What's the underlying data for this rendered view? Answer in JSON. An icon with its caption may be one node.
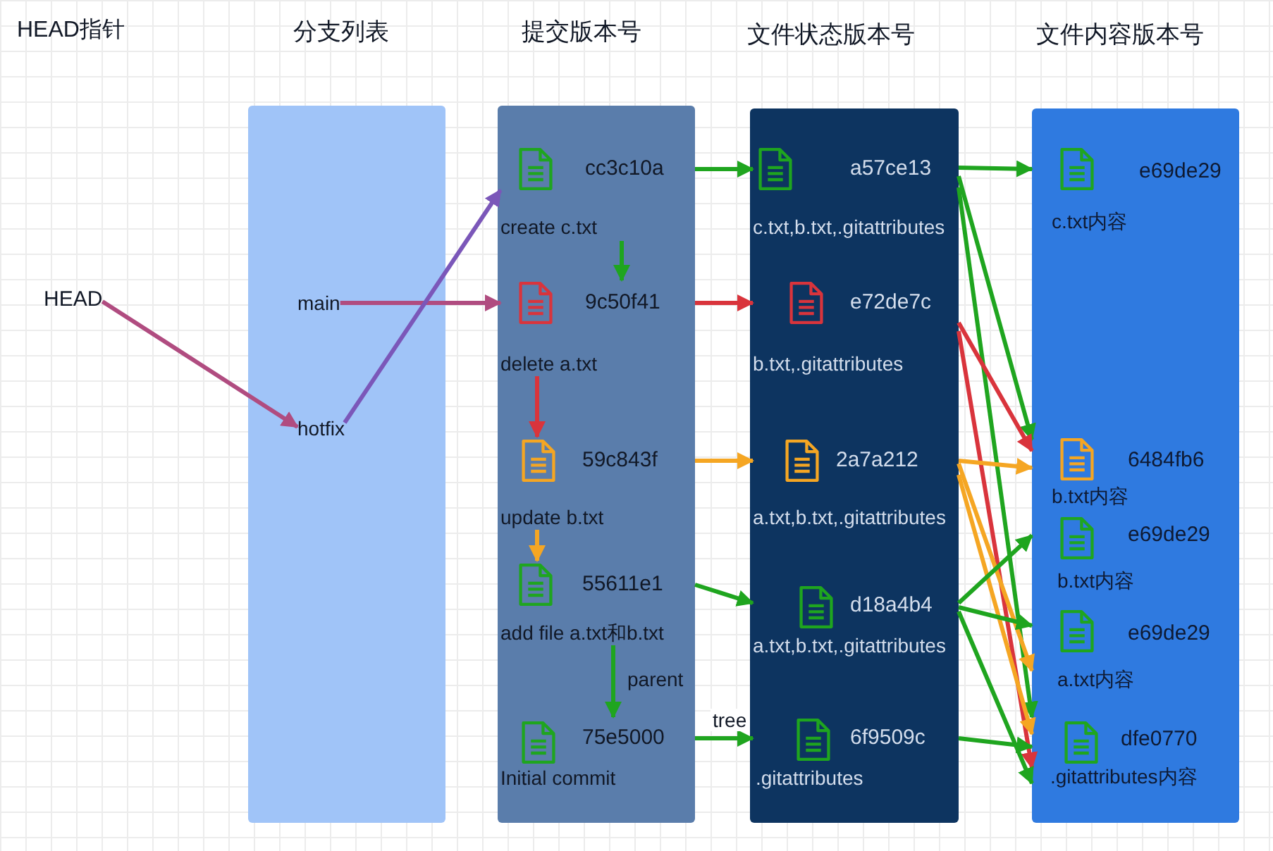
{
  "diagram": {
    "nodes": [
      {
        "text": [
          "HEAD"
        ]
      },
      {
        "text": [
          "分支列表"
        ]
      },
      {
        "text": [
          "main"
        ],
        "in": 1
      },
      {
        "text": [
          "hotfix"
        ],
        "in": 1
      },
      {
        "text": [
          "提交版本号"
        ]
      },
      {
        "text": [
          "cc3c10a",
          "create c.txt"
        ],
        "in": 4
      },
      {
        "text": [
          "9c50f41",
          "delete a.txt"
        ],
        "in": 4
      },
      {
        "text": [
          "59c843f",
          "update b.txt"
        ],
        "in": 4
      },
      {
        "text": [
          "55611e1",
          "add file a.txt和b.txt"
        ],
        "in": 4
      },
      {
        "text": [
          "75e5000",
          "Initial commit"
        ],
        "in": 4
      },
      {
        "text": [
          "文件状态版本号"
        ]
      },
      {
        "text": [
          "a57ce13",
          "c.txt,b.txt,.gitattributes"
        ],
        "in": 10
      },
      {
        "text": [
          "e72de7c",
          "b.txt,.gitattributes"
        ],
        "in": 10
      },
      {
        "text": [
          "2a7a212",
          "a.txt,b.txt,.gitattributes"
        ],
        "in": 10
      },
      {
        "text": [
          "d18a4b4",
          "a.txt,b.txt,.gitattributes"
        ],
        "in": 10
      },
      {
        "text": [
          "6f9509c",
          ".gitattributes"
        ],
        "in": 10
      },
      {
        "text": [
          "文件内容版本号"
        ]
      },
      {
        "text": [
          "e69de29",
          "c.txt内容"
        ],
        "in": 16
      },
      {
        "text": [
          "6484fb6",
          "b.txt内容"
        ],
        "in": 16
      },
      {
        "text": [
          "e69de29",
          "b.txt内容"
        ],
        "in": 16
      },
      {
        "text": [
          "e69de29",
          "a.txt内容"
        ],
        "in": 16
      },
      {
        "text": [
          "dfe0770",
          ".gitattributes内容"
        ],
        "in": 16
      }
    ],
    "edges": [
      {
        "from": 0,
        "to": 3,
        "arrow": "to",
        "color": "#b04c80"
      },
      {
        "from": 2,
        "to": 6,
        "arrow": "to",
        "color": "#b04c80"
      },
      {
        "from": 3,
        "to": 5,
        "arrow": "to",
        "color": "#7b57b9"
      },
      {
        "from": 5,
        "to": 6,
        "arrow": "to"
      },
      {
        "from": 6,
        "to": 7,
        "arrow": "to",
        "color": "#d9343c"
      },
      {
        "from": 7,
        "to": 8,
        "arrow": "to",
        "color": "#f5a623"
      },
      {
        "from": 8,
        "to": 9,
        "arrow": "to",
        "label": "parent"
      },
      {
        "from": 5,
        "to": 11,
        "arrow": "to"
      },
      {
        "from": 6,
        "to": 12,
        "arrow": "to",
        "color": "#d9343c"
      },
      {
        "from": 7,
        "to": 13,
        "arrow": "to",
        "color": "#f5a623"
      },
      {
        "from": 8,
        "to": 14,
        "arrow": "to"
      },
      {
        "from": 9,
        "to": 15,
        "arrow": "to",
        "label": "tree"
      },
      {
        "from": 11,
        "to": 17,
        "arrow": "to"
      },
      {
        "from": 11,
        "to": 18,
        "arrow": "to"
      },
      {
        "from": 11,
        "to": 21,
        "arrow": "to"
      },
      {
        "from": 12,
        "to": 18,
        "arrow": "to",
        "color": "#d9343c"
      },
      {
        "from": 12,
        "to": 21,
        "arrow": "to",
        "color": "#d9343c"
      },
      {
        "from": 13,
        "to": 18,
        "arrow": "to",
        "color": "#f5a623"
      },
      {
        "from": 13,
        "to": 20,
        "arrow": "to",
        "color": "#f5a623"
      },
      {
        "from": 13,
        "to": 21,
        "arrow": "to",
        "color": "#f5a623"
      },
      {
        "from": 14,
        "to": 19,
        "arrow": "to"
      },
      {
        "from": 14,
        "to": 20,
        "arrow": "to"
      },
      {
        "from": 14,
        "to": 21,
        "arrow": "to"
      },
      {
        "from": 15,
        "to": 21,
        "arrow": "to"
      }
    ],
    "labels": [
      "HEAD指针"
    ]
  }
}
